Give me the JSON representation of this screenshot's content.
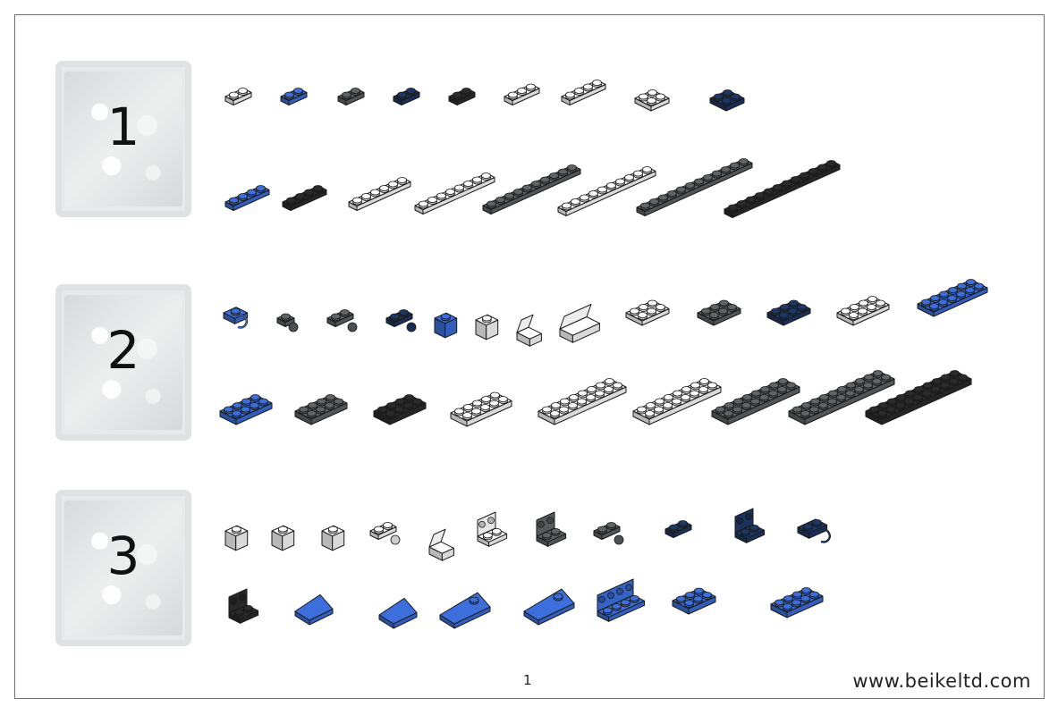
{
  "page": {
    "number": "1",
    "website": "www.beikeltd.com"
  },
  "colors": {
    "white": "#ffffff",
    "blue": "#3c6fdc",
    "dark_gray": "#5f6466",
    "navy": "#1d3766",
    "black": "#2b2b2b",
    "outline": "#1a1a1a"
  },
  "bags": [
    {
      "label": "1",
      "rows": [
        {
          "parts": [
            {
              "shape": "plate",
              "color": "white",
              "studs": 2
            },
            {
              "shape": "plate",
              "color": "blue",
              "studs": 2
            },
            {
              "shape": "plate",
              "color": "dark_gray",
              "studs": 2
            },
            {
              "shape": "plate",
              "color": "navy",
              "studs": 2
            },
            {
              "shape": "plate",
              "color": "black",
              "studs": 2
            },
            {
              "shape": "plate",
              "color": "white",
              "studs": 3
            },
            {
              "shape": "plate",
              "color": "white",
              "studs": 4
            },
            {
              "shape": "plate2",
              "color": "white",
              "studs": 4
            },
            {
              "shape": "plate2",
              "color": "navy",
              "studs": 4
            }
          ]
        },
        {
          "parts": [
            {
              "shape": "long",
              "color": "blue",
              "studs": 4
            },
            {
              "shape": "long",
              "color": "black",
              "studs": 4
            },
            {
              "shape": "long",
              "color": "white",
              "studs": 6
            },
            {
              "shape": "long",
              "color": "white",
              "studs": 8
            },
            {
              "shape": "long",
              "color": "dark_gray",
              "studs": 10
            },
            {
              "shape": "long",
              "color": "white",
              "studs": 10
            },
            {
              "shape": "long",
              "color": "dark_gray",
              "studs": 12
            },
            {
              "shape": "long",
              "color": "black",
              "studs": 12
            }
          ]
        }
      ]
    },
    {
      "label": "2",
      "rows": [
        {
          "parts": [
            {
              "shape": "clip",
              "color": "blue",
              "studs": 1
            },
            {
              "shape": "ball",
              "color": "dark_gray",
              "studs": 1
            },
            {
              "shape": "ball",
              "color": "dark_gray",
              "studs": 2
            },
            {
              "shape": "ball",
              "color": "navy",
              "studs": 2
            },
            {
              "shape": "brick",
              "color": "blue",
              "studs": 1
            },
            {
              "shape": "brick",
              "color": "white",
              "studs": 1
            },
            {
              "shape": "slope",
              "color": "white",
              "studs": 1
            },
            {
              "shape": "slope",
              "color": "white",
              "studs": 3
            },
            {
              "shape": "plate2",
              "color": "white",
              "studs": 6
            },
            {
              "shape": "plate2",
              "color": "dark_gray",
              "studs": 6
            },
            {
              "shape": "plate2",
              "color": "navy",
              "studs": 6
            },
            {
              "shape": "plate2",
              "color": "white",
              "studs": 8
            },
            {
              "shape": "plate2",
              "color": "blue",
              "studs": 12
            }
          ]
        },
        {
          "parts": [
            {
              "shape": "wide",
              "color": "blue",
              "studs": 8
            },
            {
              "shape": "wide",
              "color": "dark_gray",
              "studs": 8
            },
            {
              "shape": "wide",
              "color": "black",
              "studs": 8
            },
            {
              "shape": "wide",
              "color": "white",
              "studs": 10
            },
            {
              "shape": "wide",
              "color": "white",
              "studs": 16
            },
            {
              "shape": "wide",
              "color": "white",
              "studs": 16
            },
            {
              "shape": "wide",
              "color": "dark_gray",
              "studs": 16
            },
            {
              "shape": "wide",
              "color": "dark_gray",
              "studs": 20
            },
            {
              "shape": "wide",
              "color": "black",
              "studs": 20
            }
          ]
        }
      ]
    },
    {
      "label": "3",
      "rows": [
        {
          "parts": [
            {
              "shape": "brick",
              "color": "white",
              "studs": 1
            },
            {
              "shape": "brick",
              "color": "white",
              "studs": 1
            },
            {
              "shape": "brick",
              "color": "white",
              "studs": 1
            },
            {
              "shape": "ball",
              "color": "white",
              "studs": 2
            },
            {
              "shape": "slope",
              "color": "white",
              "studs": 1
            },
            {
              "shape": "bracket",
              "color": "white",
              "studs": 2
            },
            {
              "shape": "bracket",
              "color": "dark_gray",
              "studs": 2
            },
            {
              "shape": "ball",
              "color": "dark_gray",
              "studs": 2
            },
            {
              "shape": "plate",
              "color": "navy",
              "studs": 2
            },
            {
              "shape": "bracket",
              "color": "navy",
              "studs": 2
            },
            {
              "shape": "clip",
              "color": "navy",
              "studs": 2
            }
          ]
        },
        {
          "parts": [
            {
              "shape": "bracket",
              "color": "black",
              "studs": 2
            },
            {
              "shape": "wedge",
              "color": "blue",
              "studs": 2
            },
            {
              "shape": "wedge",
              "color": "blue",
              "studs": 2
            },
            {
              "shape": "wedge",
              "color": "blue",
              "studs": 3
            },
            {
              "shape": "wedge",
              "color": "blue",
              "studs": 3
            },
            {
              "shape": "bracket",
              "color": "blue",
              "studs": 4
            },
            {
              "shape": "round",
              "color": "blue",
              "studs": 6
            },
            {
              "shape": "round",
              "color": "blue",
              "studs": 8
            }
          ]
        }
      ]
    }
  ]
}
